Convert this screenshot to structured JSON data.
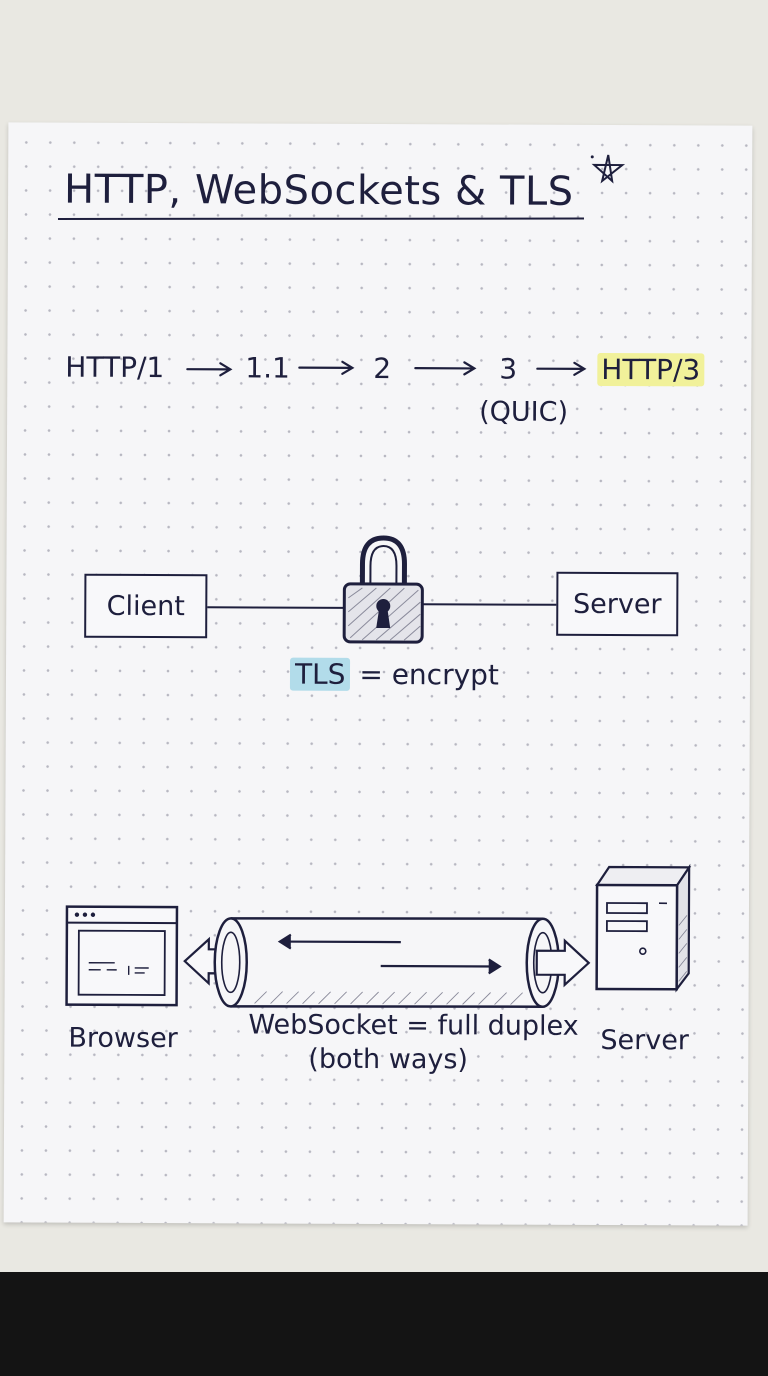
{
  "title": "HTTP, WebSockets & TLS",
  "timeline": {
    "steps": [
      "HTTP/1",
      "1.1",
      "2",
      "3",
      "HTTP/3"
    ],
    "step3_note": "(QUIC)",
    "highlight_color": "#f1f19a"
  },
  "tls_diagram": {
    "client_label": "Client",
    "server_label": "Server",
    "tls_term": "TLS",
    "tls_rest": "= encrypt",
    "highlight_color": "#b2dcea"
  },
  "websocket_diagram": {
    "browser_label": "Browser",
    "caption_line1": "WebSocket = full duplex",
    "caption_line2": "(both ways)",
    "server_label": "Server"
  },
  "colors": {
    "ink": "#1e1f3d",
    "paper": "#f6f6f8"
  }
}
